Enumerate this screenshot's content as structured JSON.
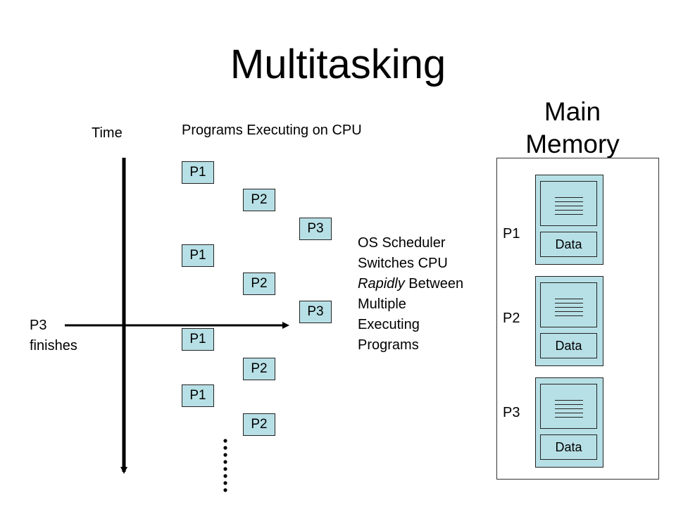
{
  "title": "Multitasking",
  "time_label": "Time",
  "programs_heading": "Programs Executing on CPU",
  "p3_finishes": [
    "P3",
    "finishes"
  ],
  "cpu_slots": [
    "P1",
    "P2",
    "P3",
    "P1",
    "P2",
    "P3",
    "P1",
    "P2",
    "P1",
    "P2"
  ],
  "scheduler_text": {
    "line1": "OS Scheduler",
    "line2": "Switches CPU",
    "line3_italic": "Rapidly",
    "line3_rest": " Between",
    "line4": "Multiple",
    "line5": "Executing",
    "line6": "Programs"
  },
  "main_memory": {
    "title_line1": "Main",
    "title_line2": "Memory",
    "programs": [
      {
        "label": "P1",
        "data_label": "Data"
      },
      {
        "label": "P2",
        "data_label": "Data"
      },
      {
        "label": "P3",
        "data_label": "Data"
      }
    ]
  },
  "colors": {
    "box_fill": "#b7e0e6",
    "outline": "#222222"
  }
}
